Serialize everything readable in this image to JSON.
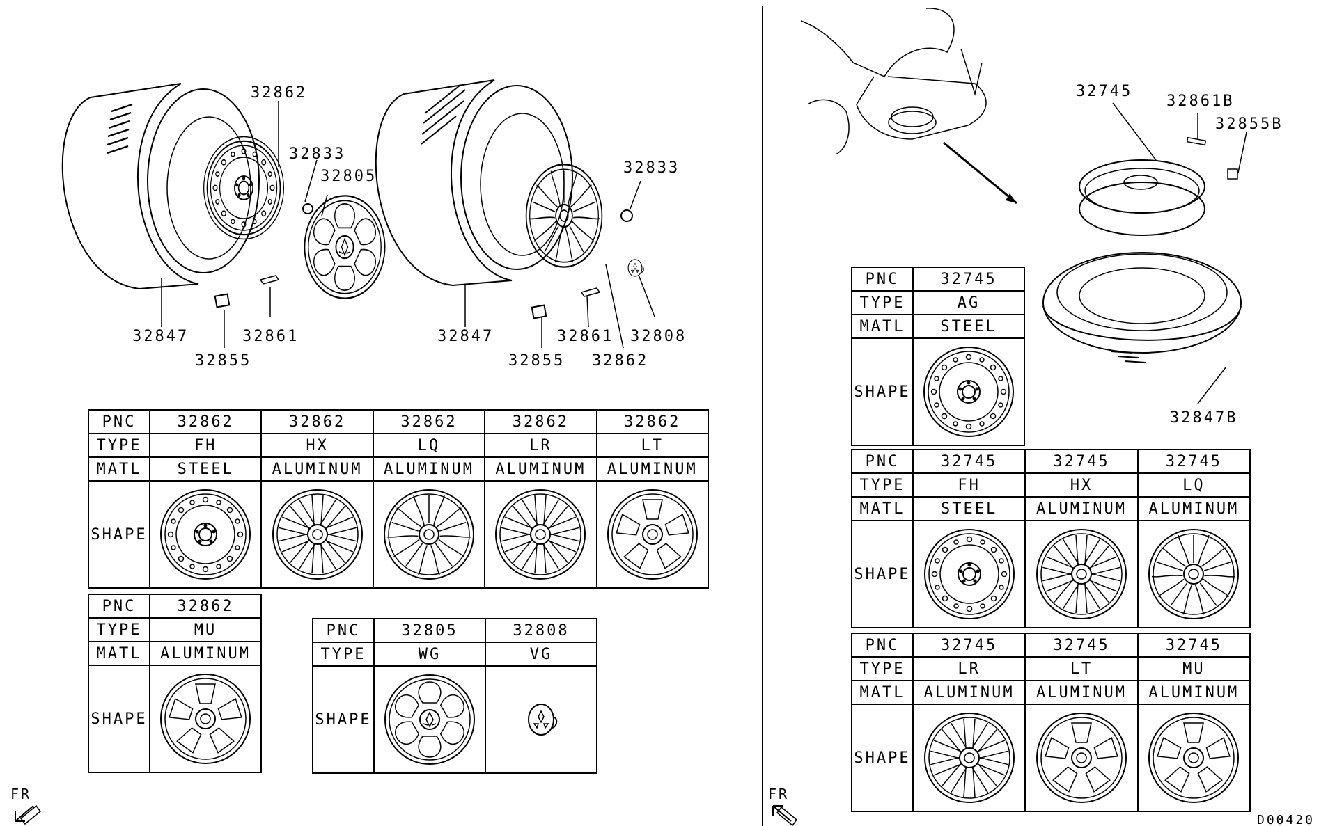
{
  "diagram_id": "D00420",
  "fr_label": "FR",
  "callouts_left": [
    "32862",
    "32833",
    "32805",
    "32847",
    "32861",
    "32855"
  ],
  "callouts_mid": [
    "32833",
    "32847",
    "32861",
    "32808",
    "32855",
    "32862"
  ],
  "callouts_right": [
    "32745",
    "32861B",
    "32855B",
    "32847B"
  ],
  "row_labels": {
    "pnc": "PNC",
    "type": "TYPE",
    "matl": "MATL",
    "shape": "SHAPE"
  },
  "table_left_main": [
    {
      "pnc": "32862",
      "type": "FH",
      "matl": "STEEL"
    },
    {
      "pnc": "32862",
      "type": "HX",
      "matl": "ALUMINUM"
    },
    {
      "pnc": "32862",
      "type": "LQ",
      "matl": "ALUMINUM"
    },
    {
      "pnc": "32862",
      "type": "LR",
      "matl": "ALUMINUM"
    },
    {
      "pnc": "32862",
      "type": "LT",
      "matl": "ALUMINUM"
    }
  ],
  "table_left_mu": [
    {
      "pnc": "32862",
      "type": "MU",
      "matl": "ALUMINUM"
    }
  ],
  "table_left_cover": [
    {
      "pnc": "32805",
      "type": "WG"
    },
    {
      "pnc": "32808",
      "type": "VG"
    }
  ],
  "table_right_ag": [
    {
      "pnc": "32745",
      "type": "AG",
      "matl": "STEEL"
    }
  ],
  "table_right_row1": [
    {
      "pnc": "32745",
      "type": "FH",
      "matl": "STEEL"
    },
    {
      "pnc": "32745",
      "type": "HX",
      "matl": "ALUMINUM"
    },
    {
      "pnc": "32745",
      "type": "LQ",
      "matl": "ALUMINUM"
    }
  ],
  "table_right_row2": [
    {
      "pnc": "32745",
      "type": "LR",
      "matl": "ALUMINUM"
    },
    {
      "pnc": "32745",
      "type": "LT",
      "matl": "ALUMINUM"
    },
    {
      "pnc": "32745",
      "type": "MU",
      "matl": "ALUMINUM"
    }
  ]
}
